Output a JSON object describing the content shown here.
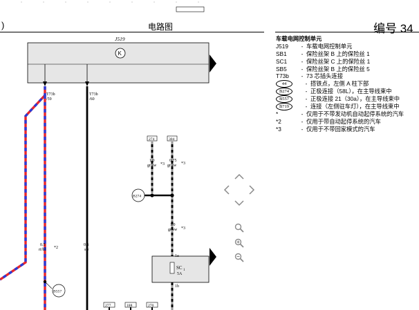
{
  "header": {
    "paren": ")",
    "center_title": "电路图",
    "number_label": "编号 34"
  },
  "diagram": {
    "unit_label": "J519",
    "pin_left_conn": "T73b",
    "pin_left_num": "/59",
    "pin_right_conn": "T73b",
    "pin_right_num": "/60",
    "term_274": "274",
    "term_304": "304",
    "wire_a_size": "1.0",
    "wire_a_color": "gr/sw",
    "wire_a_note": "*3",
    "wire_b_size": "0.75",
    "wire_b_color": "gr/sw",
    "wire_b_note": "*3",
    "wire_c_size": "1.0",
    "wire_c_color": "gr/sw",
    "wire_c_note": "*3",
    "wire_left_size": "0.5",
    "wire_left_color": "rt/bl",
    "wire_left_note": "*2",
    "wire_right_size": "0.5",
    "wire_right_color": "sw",
    "b274": "B274",
    "b557": "B557",
    "pin_1a": "1a",
    "pin_1b": "1b",
    "fuse_label": "SC",
    "fuse_sub": "1",
    "fuse_rating": "5A",
    "bottom_277": "277",
    "bottom_188": "188",
    "bottom_270": "270"
  },
  "legend": {
    "title": "车载电网控制单元",
    "items": [
      {
        "code": "J519",
        "desc": "车载电网控制单元"
      },
      {
        "code": "SB1",
        "desc": "保险丝架 B 上的保险丝 1"
      },
      {
        "code": "SC1",
        "desc": "保险丝架 C 上的保险丝 1"
      },
      {
        "code": "SB5",
        "desc": "保险丝架 B 上的保险丝 5"
      },
      {
        "code": "T73b",
        "desc": "73 芯插头连接"
      },
      {
        "code": "44",
        "desc": "搭铁点，左侧 A 柱下部"
      },
      {
        "code": "B274",
        "desc": "正极连接（58L），在主导线束中"
      },
      {
        "code": "B557",
        "desc": "正极连接 21（30a），在主导线束中"
      },
      {
        "code": "B719",
        "desc": "连接（左侧驻车灯），在主导线束中"
      },
      {
        "code": "*",
        "desc": "仅用于不带发动机自动起停系统的汽车"
      },
      {
        "code": "*2",
        "desc": "仅用于带自动起停系统的汽车"
      },
      {
        "code": "*3",
        "desc": "仅用于不带回家模式的汽车"
      }
    ]
  },
  "nav": {
    "up": "chevron-up-icon",
    "left": "chevron-left-icon",
    "right": "chevron-right-icon",
    "down": "chevron-down-icon",
    "zoom_fit": "zoom-fit-icon",
    "zoom_in": "zoom-in-icon",
    "zoom_out": "zoom-out-icon"
  },
  "colors": {
    "wire_red": "#e8262c",
    "wire_blue": "#2b3bd6",
    "box_fill": "#e6e6e6",
    "nav_gray": "#8a8a8a"
  }
}
